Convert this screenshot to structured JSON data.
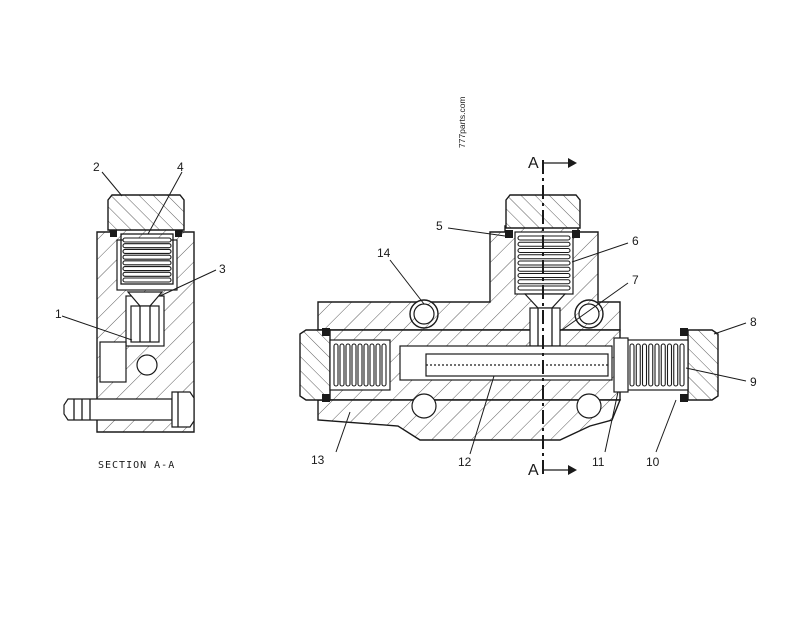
{
  "watermark": "777parts.com",
  "section_title": "SECTION A-A",
  "section_marker": "A",
  "callouts": {
    "c1": "1",
    "c2": "2",
    "c3": "3",
    "c4": "4",
    "c5": "5",
    "c6": "6",
    "c7": "7",
    "c8": "8",
    "c9": "9",
    "c10": "10",
    "c11": "11",
    "c12": "12",
    "c13": "13",
    "c14": "14"
  }
}
